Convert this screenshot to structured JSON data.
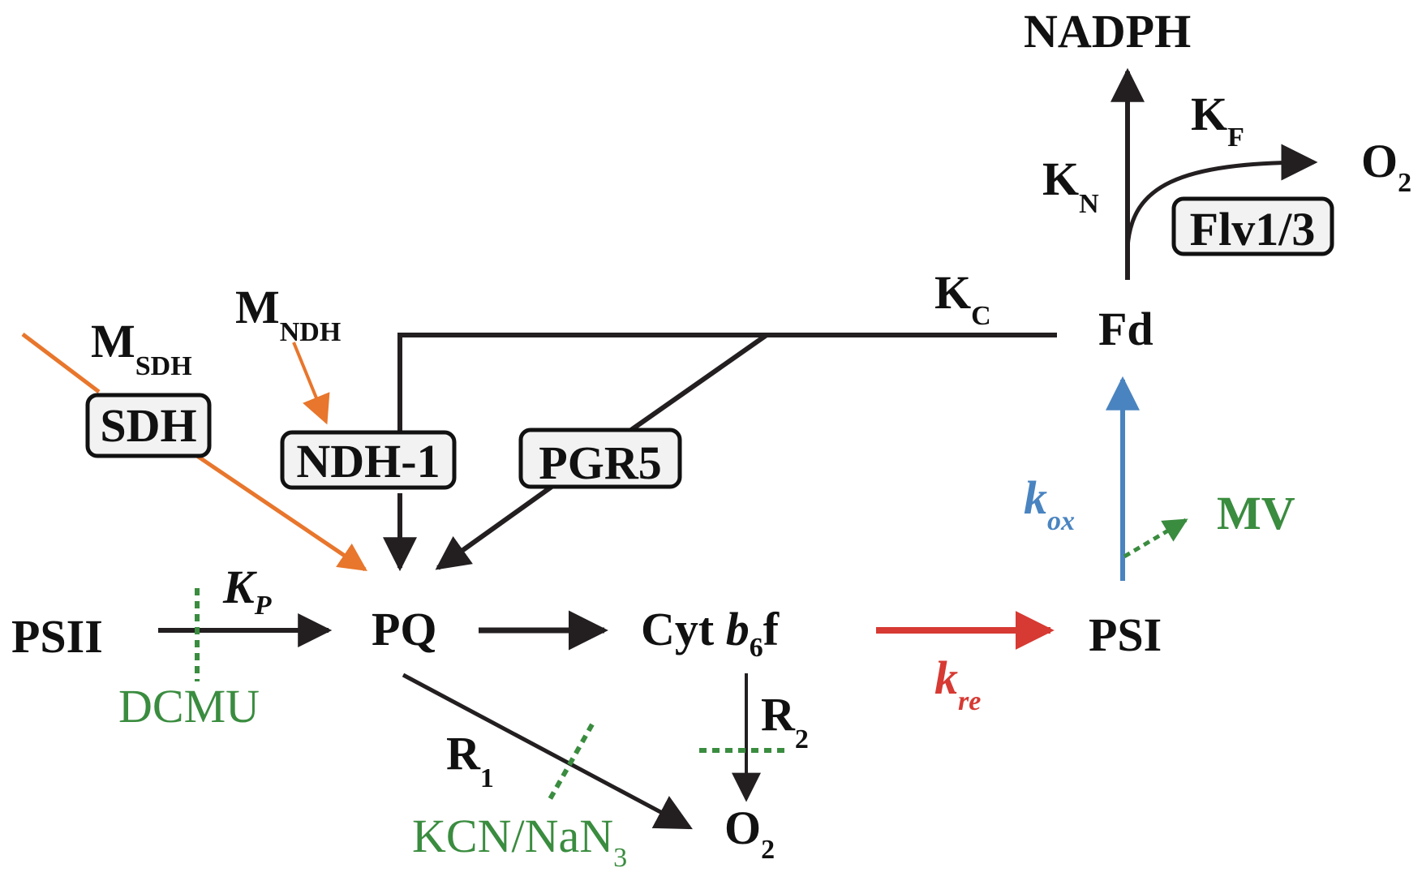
{
  "title": "Photosynthetic electron transport kinetic model",
  "colors": {
    "black": "#231f20",
    "orange": "#e8762c",
    "blue": "#4a84c0",
    "red": "#d63a33",
    "green": "#3a8c3f"
  },
  "nodes": {
    "psii": "PSII",
    "pq": "PQ",
    "cyt_main": "Cyt ",
    "cyt_b": "b",
    "cyt_sub": "6",
    "cyt_f": "f",
    "psi": "PSI",
    "fd": "Fd",
    "nadph": "NADPH",
    "o2_flv": "O",
    "o2_flv_sub": "2",
    "o2_resp": "O",
    "o2_resp_sub": "2",
    "mv": "MV"
  },
  "enzymes": {
    "sdh": "SDH",
    "ndh": "NDH-1",
    "pgr5": "PGR5",
    "flv": "Flv1/3"
  },
  "rates": {
    "m_sdh": "M",
    "m_sdh_sub": "SDH",
    "m_ndh": "M",
    "m_ndh_sub": "NDH",
    "k_c": "K",
    "k_c_sub": "C",
    "k_n": "K",
    "k_n_sub": "N",
    "k_f": "K",
    "k_f_sub": "F",
    "k_p": "K",
    "k_p_sub": "P",
    "r1": "R",
    "r1_sub": "1",
    "r2": "R",
    "r2_sub": "2",
    "k_ox": "k",
    "k_ox_sub": "ox",
    "k_re": "k",
    "k_re_sub": "re"
  },
  "inhibitors": {
    "dcmu": "DCMU",
    "kcn": "KCN/NaN",
    "kcn_sub": "3"
  }
}
